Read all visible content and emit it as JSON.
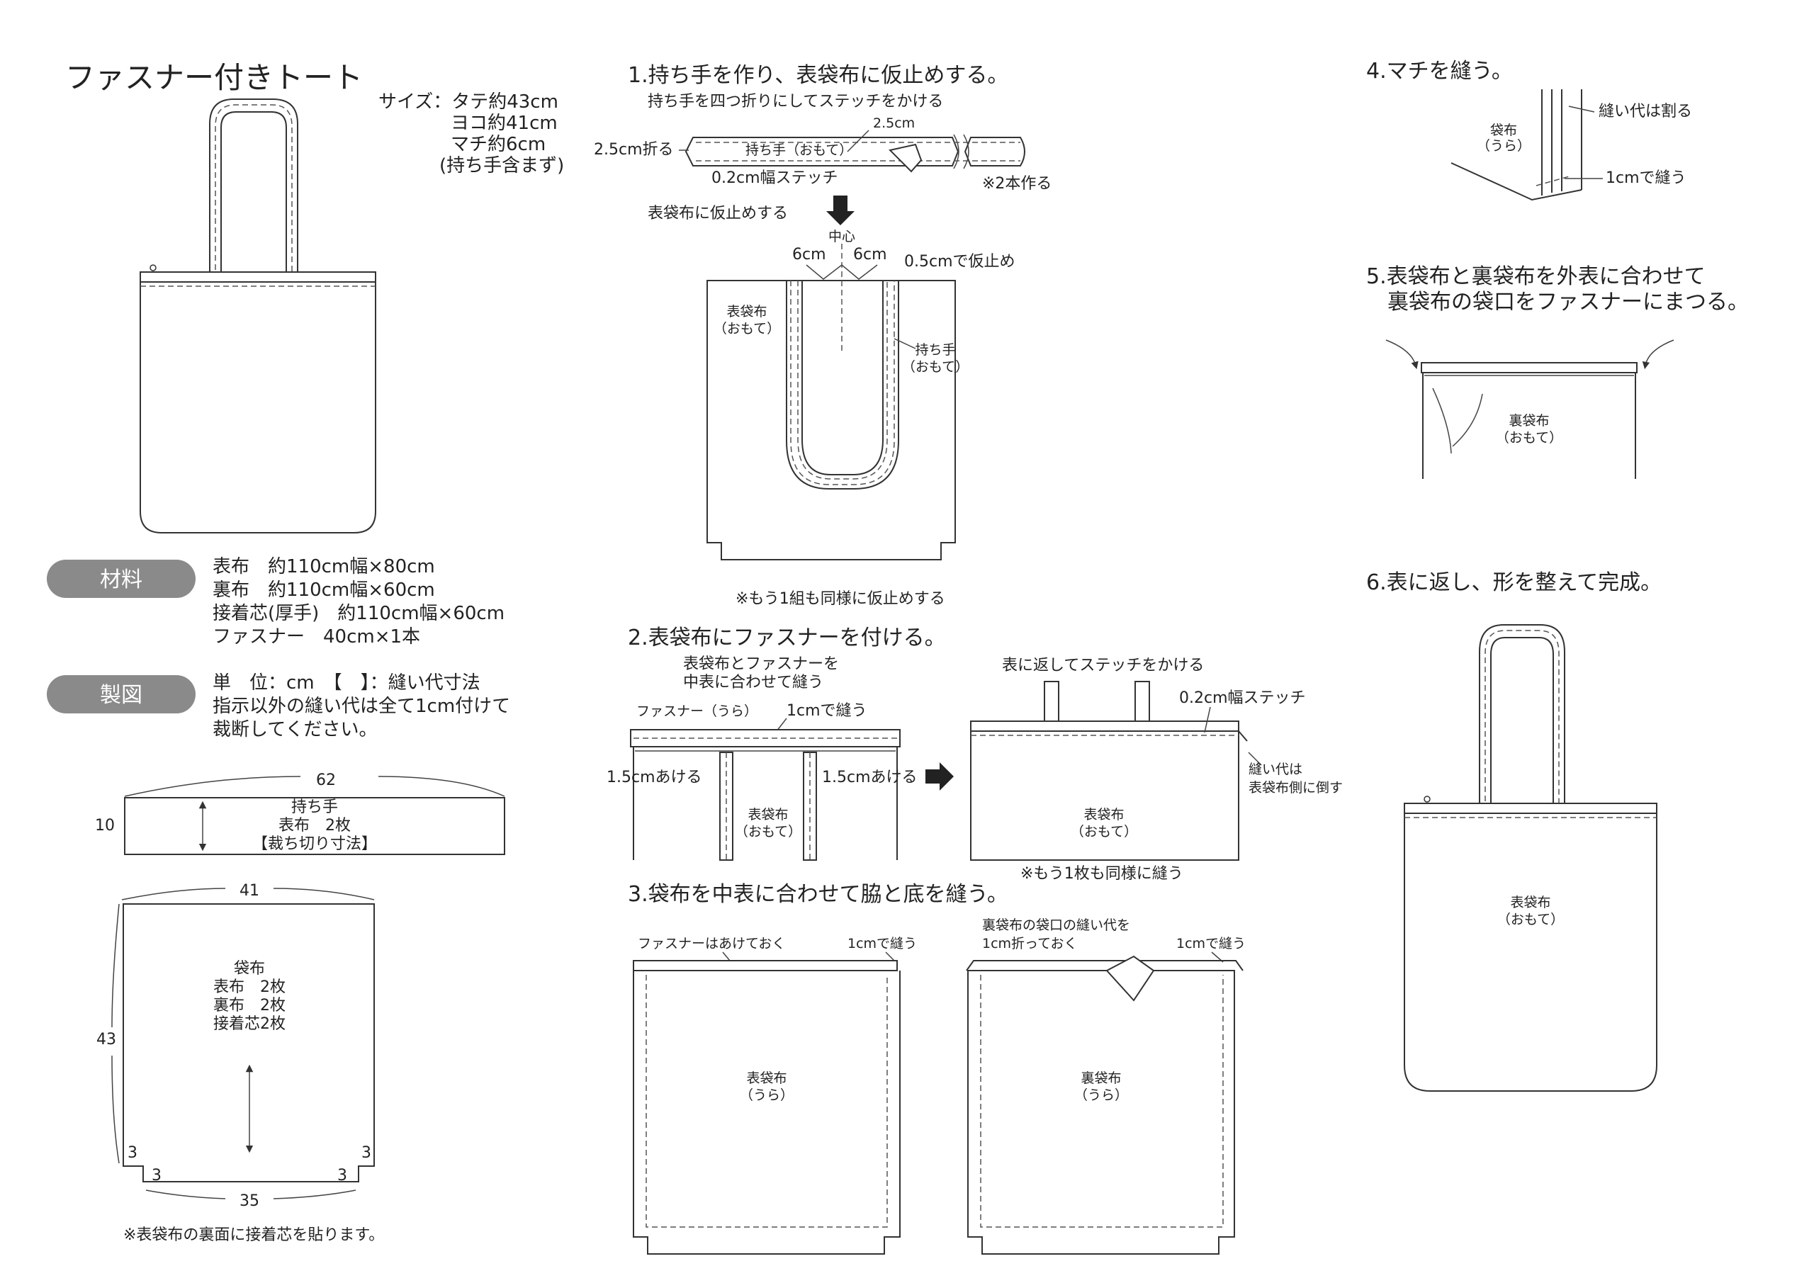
{
  "title": "ファスナー付きトート",
  "size": {
    "line1": "サイズ：タテ約43cm",
    "line2": "ヨコ約41cm",
    "line3": "マチ約6cm",
    "line4": "(持ち手含まず)"
  },
  "materials": {
    "pill": "材料",
    "lines": [
      "表布　約110cm幅×80cm",
      "裏布　約110cm幅×60cm",
      "接着芯(厚手)　約110cm幅×60cm",
      "ファスナー　40cm×1本"
    ]
  },
  "drafting": {
    "pill": "製図",
    "lines": [
      "単　位：cm　【　】：縫い代寸法",
      "指示以外の縫い代は全て1cm付けて",
      "裁断してください。"
    ]
  },
  "handle_piece": {
    "width": "62",
    "height": "10",
    "l1": "持ち手",
    "l2": "表布　2枚",
    "l3": "【裁ち切り寸法】"
  },
  "bag_piece": {
    "top": "41",
    "side": "43",
    "bottom": "35",
    "c1": "3",
    "c2": "3",
    "c3": "3",
    "c4": "3",
    "l1": "袋布",
    "l2": "表布　2枚",
    "l3": "裏布　2枚",
    "l4": "接着芯2枚"
  },
  "note_interfacing": "※表袋布の裏面に接着芯を貼ります。",
  "step1": {
    "title": "1.持ち手を作り、表袋布に仮止めする。",
    "sub": "持ち手を四つ折りにしてステッチをかける",
    "w25": "2.5cm",
    "fold": "2.5cm折る",
    "handle": "持ち手（おもて）",
    "stitch": "0.2cm幅ステッチ",
    "make2": "※2本作る",
    "baste": "表袋布に仮止めする",
    "center": "中心",
    "six1": "6cm",
    "six2": "6cm",
    "baste05": "0.5cmで仮止め",
    "outer": "表袋布",
    "outer2": "（おもて）",
    "handle2": "持ち手",
    "handle2b": "（おもて）",
    "note": "※もう1組も同様に仮止めする"
  },
  "step2": {
    "title": "2.表袋布にファスナーを付ける。",
    "sub1": "表袋布とファスナーを",
    "sub2": "中表に合わせて縫う",
    "zipper": "ファスナー（うら）",
    "sew1": "1cmで縫う",
    "open1": "1.5cmあける",
    "open2": "1.5cmあける",
    "outer": "表袋布",
    "outer2": "（おもて）",
    "flip": "表に返してステッチをかける",
    "stitch": "0.2cm幅ステッチ",
    "seam1": "縫い代は",
    "seam2": "表袋布側に倒す",
    "outerB": "表袋布",
    "outerB2": "（おもて）",
    "note": "※もう1枚も同様に縫う"
  },
  "step3": {
    "title": "3.袋布を中表に合わせて脇と底を縫う。",
    "zipopen": "ファスナーはあけておく",
    "sew1": "1cmで縫う",
    "lin1": "裏袋布の袋口の縫い代を",
    "lin2": "1cm折っておく",
    "sew2": "1cmで縫う",
    "outer": "表袋布",
    "outer2": "（うら）",
    "lining": "裏袋布",
    "lining2": "（うら）"
  },
  "step4": {
    "title": "4.マチを縫う。",
    "bag": "袋布",
    "bag2": "（うら）",
    "split": "縫い代は割る",
    "sew": "1cmで縫う"
  },
  "step5": {
    "title1": "5.表袋布と裏袋布を外表に合わせて",
    "title2": "裏袋布の袋口をファスナーにまつる。",
    "lining": "裏袋布",
    "lining2": "（おもて）"
  },
  "step6": {
    "title": "6.表に返し、形を整えて完成。",
    "outer": "表袋布",
    "outer2": "（おもて）"
  }
}
